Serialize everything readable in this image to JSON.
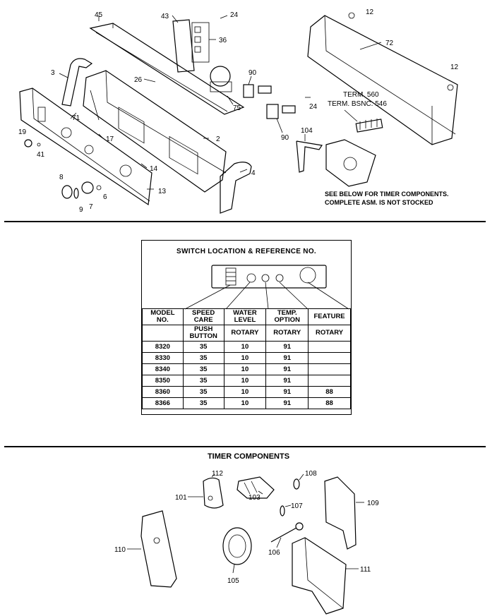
{
  "labels": {
    "l45": "45",
    "l43": "43",
    "l24a": "24",
    "l36": "36",
    "l12a": "12",
    "l72": "72",
    "l12b": "12",
    "l3": "3",
    "l26": "26",
    "l90a": "90",
    "l75": "75",
    "l24b": "24",
    "l71": "71",
    "l2": "2",
    "l90b": "90",
    "l104": "104",
    "l19": "19",
    "l17": "17",
    "l41": "41",
    "l14": "14",
    "l4": "4",
    "l8": "8",
    "l6": "6",
    "l13": "13",
    "l9": "9",
    "l7": "7",
    "term1": "TERM. 560",
    "term2": "TERM. BSNC. 546",
    "note1": "SEE BELOW FOR TIMER COMPONENTS.",
    "note2": "COMPLETE ASM. IS NOT STOCKED",
    "l112": "112",
    "l108": "108",
    "l101": "101",
    "l103": "103",
    "l109": "109",
    "l107": "107",
    "l110": "110",
    "l106": "106",
    "l111": "111",
    "l105": "105"
  },
  "switch_table": {
    "title": "SWITCH LOCATION & REFERENCE NO.",
    "headers": {
      "model": [
        "MODEL",
        "NO."
      ],
      "speed": [
        "SPEED",
        "CARE"
      ],
      "water": [
        "WATER",
        "LEVEL"
      ],
      "temp": [
        "TEMP.",
        "OPTION"
      ],
      "feature": "FEATURE"
    },
    "subheaders": {
      "speed": [
        "PUSH",
        "BUTTON"
      ],
      "water": "ROTARY",
      "temp": "ROTARY",
      "feature": "ROTARY"
    },
    "rows": [
      {
        "model": "8320",
        "speed": "35",
        "water": "10",
        "temp": "91",
        "feature": ""
      },
      {
        "model": "8330",
        "speed": "35",
        "water": "10",
        "temp": "91",
        "feature": ""
      },
      {
        "model": "8340",
        "speed": "35",
        "water": "10",
        "temp": "91",
        "feature": ""
      },
      {
        "model": "8350",
        "speed": "35",
        "water": "10",
        "temp": "91",
        "feature": ""
      },
      {
        "model": "8360",
        "speed": "35",
        "water": "10",
        "temp": "91",
        "feature": "88"
      },
      {
        "model": "8366",
        "speed": "35",
        "water": "10",
        "temp": "91",
        "feature": "88"
      }
    ]
  },
  "timer_title": "TIMER COMPONENTS"
}
